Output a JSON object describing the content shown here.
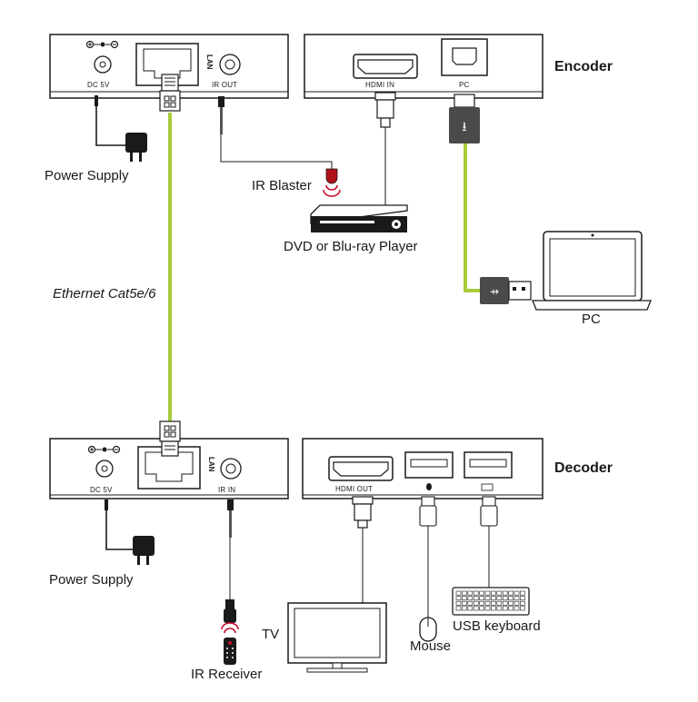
{
  "colors": {
    "cable": "#a7cc3a",
    "outline": "#1a1a1a",
    "accent": "#c8102e",
    "device_fill": "#ffffff"
  },
  "encoder": {
    "title": "Encoder",
    "ports": {
      "dc": "DC 5V",
      "lan": "LAN",
      "ir": "IR OUT",
      "hdmi": "HDMI IN",
      "usb": "PC"
    }
  },
  "decoder": {
    "title": "Decoder",
    "ports": {
      "dc": "DC 5V",
      "lan": "LAN",
      "ir": "IR IN",
      "hdmi": "HDMI OUT"
    }
  },
  "labels": {
    "power_supply_top": "Power Supply",
    "power_supply_bottom": "Power Supply",
    "ir_blaster": "IR Blaster",
    "dvd_player": "DVD or Blu-ray Player",
    "ethernet": "Ethernet Cat5e/6",
    "pc": "PC",
    "tv": "TV",
    "mouse": "Mouse",
    "usb_keyboard": "USB keyboard",
    "ir_receiver": "IR Receiver"
  },
  "icons": [
    "power-adapter-icon",
    "rj45-plug-icon",
    "audio-jack-icon",
    "hdmi-plug-icon",
    "usb-plug-icon",
    "laptop-icon",
    "dvd-player-icon",
    "tv-icon",
    "mouse-icon",
    "keyboard-icon",
    "remote-icon",
    "ir-signal-icon"
  ]
}
